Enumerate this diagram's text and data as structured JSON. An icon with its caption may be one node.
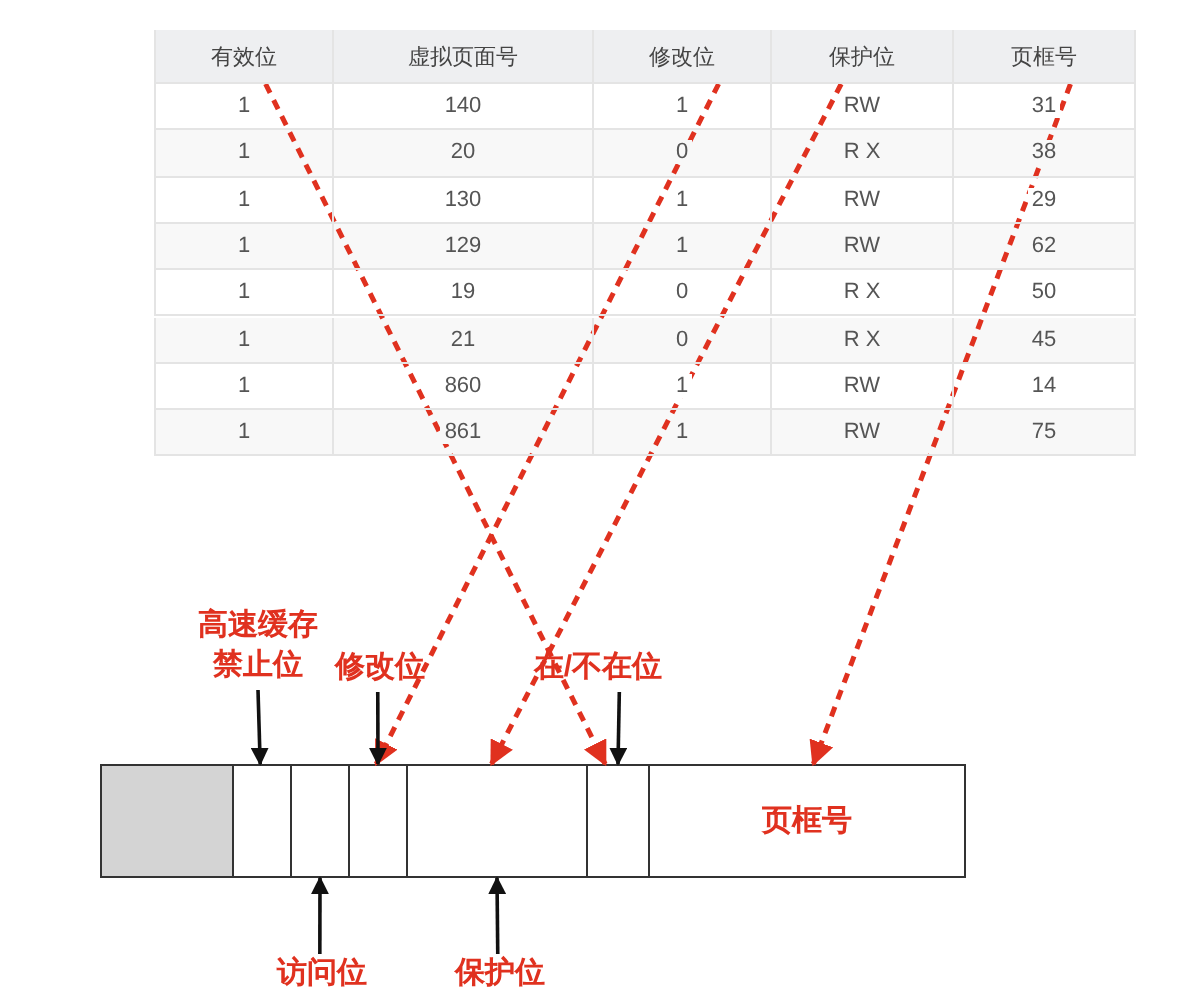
{
  "diagram": {
    "nodes": [
      {
        "text": [
          "有效位"
        ]
      },
      {
        "text": [
          "虚拟页面号"
        ]
      },
      {
        "text": [
          "修改位"
        ]
      },
      {
        "text": [
          "保护位"
        ]
      },
      {
        "text": [
          "页框号"
        ]
      },
      {
        "text": [],
        "shape": "box"
      },
      {
        "text": [],
        "shape": "box"
      },
      {
        "text": [],
        "shape": "box"
      },
      {
        "text": [],
        "shape": "box"
      },
      {
        "text": [],
        "shape": "box"
      },
      {
        "text": [],
        "shape": "box"
      },
      {
        "text": [
          "页框号"
        ]
      },
      {
        "text": [
          "高速缓存禁止位"
        ]
      },
      {
        "text": [
          "修改位"
        ]
      },
      {
        "text": [
          "在/不在位"
        ]
      },
      {
        "text": [
          "访问位"
        ]
      },
      {
        "text": [
          "保护位"
        ]
      }
    ],
    "edges": [
      {
        "from": 0,
        "to": 10,
        "arrow": "to",
        "style": "dashed",
        "color": "#e0311f"
      },
      {
        "from": 2,
        "to": 8,
        "arrow": "to",
        "style": "dashed",
        "color": "#e0311f"
      },
      {
        "from": 3,
        "to": 9,
        "arrow": "to",
        "style": "dashed",
        "color": "#e0311f"
      },
      {
        "from": 4,
        "to": 11,
        "arrow": "to",
        "style": "dashed",
        "color": "#e0311f"
      },
      {
        "from": 12,
        "to": 6,
        "arrow": "to"
      },
      {
        "from": 13,
        "to": 8,
        "arrow": "to"
      },
      {
        "from": 14,
        "to": 10,
        "arrow": "to"
      },
      {
        "from": 15,
        "to": 7,
        "arrow": "to"
      },
      {
        "from": 16,
        "to": 9,
        "arrow": "to"
      }
    ],
    "labels": [
      "1",
      "140",
      "1",
      "RW",
      "31",
      "1",
      "20",
      "0",
      "R X",
      "38",
      "1",
      "130",
      "1",
      "RW",
      "29",
      "1",
      "129",
      "1",
      "RW",
      "62",
      "1",
      "19",
      "0",
      "R X",
      "50",
      "1",
      "21",
      "0",
      "R X",
      "45",
      "1",
      "860",
      "1",
      "RW",
      "14",
      "1",
      "861",
      "1",
      "RW",
      "75"
    ]
  }
}
